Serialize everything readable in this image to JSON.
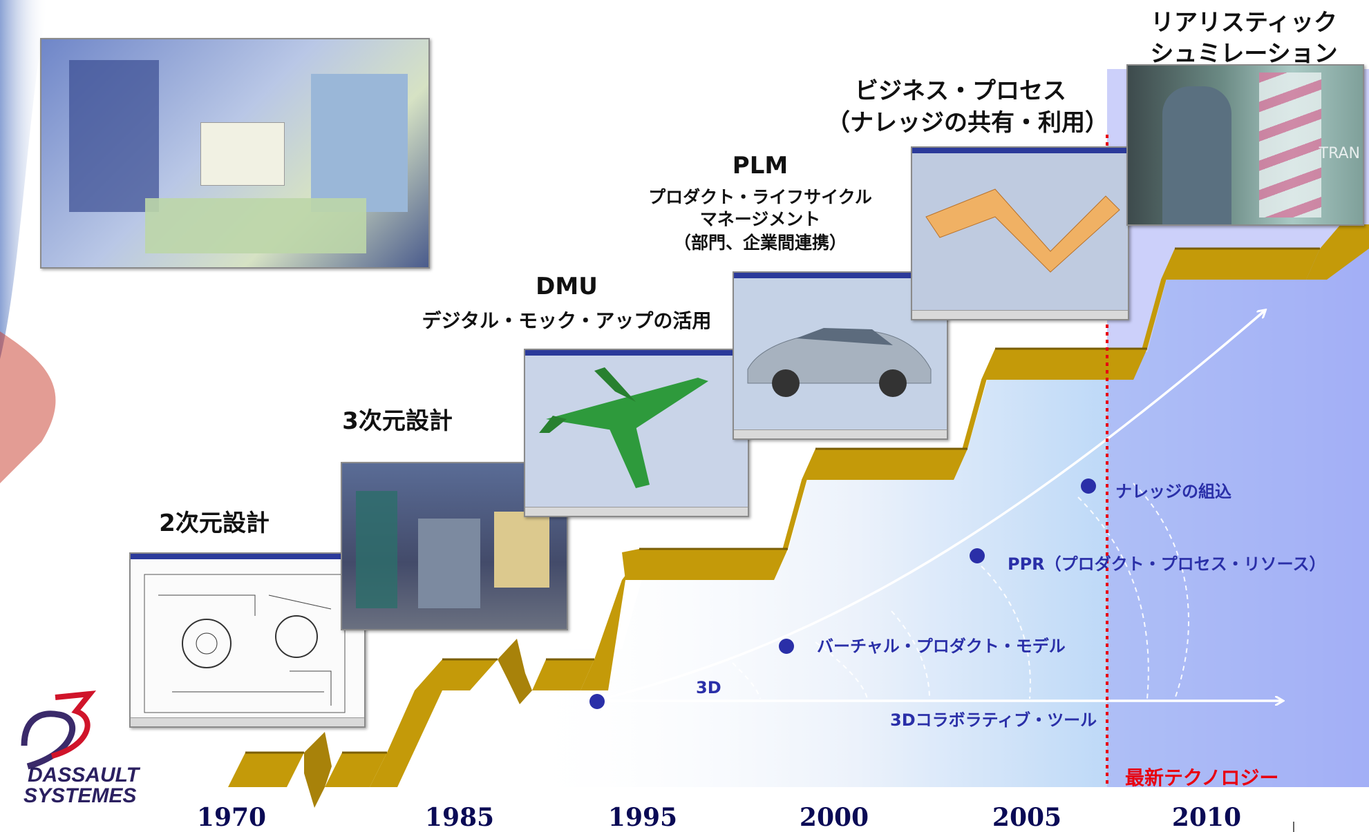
{
  "stages": [
    {
      "title": "2次元設計"
    },
    {
      "title": "3次元設計"
    },
    {
      "title": "DMU",
      "subtitle": "デジタル・モック・アップの活用"
    },
    {
      "title": "PLM",
      "lines": [
        "プロダクト・ライフサイクル",
        "マネージメント",
        "（部門、企業間連携）"
      ]
    },
    {
      "title": "ビジネス・プロセス",
      "subtitle": "（ナレッジの共有・利用）"
    },
    {
      "lines": [
        "リアリスティック",
        "シュミレーション"
      ]
    }
  ],
  "curve_points": [
    {
      "label": "3D"
    },
    {
      "label": "バーチャル・プロダクト・モデル"
    },
    {
      "label": "PPR（プロダクト・プロセス・リソース）"
    },
    {
      "label": "ナレッジの組込"
    }
  ],
  "arrow_label": "3Dコラボラティブ・ツール",
  "latest_label": "最新テクノロジー",
  "years": [
    "1970",
    "1985",
    "1995",
    "2000",
    "2005",
    "2010"
  ],
  "screen_text": "TRAN",
  "logo": {
    "line1": "DASSAULT",
    "line2": "SYSTEMES"
  },
  "colors": {
    "step": "#c49a09",
    "step_dark": "#7a5e05",
    "accent_blue": "#2a2fa8",
    "latest_red": "#e8000f",
    "latest_zone": "#9aa6f2"
  }
}
